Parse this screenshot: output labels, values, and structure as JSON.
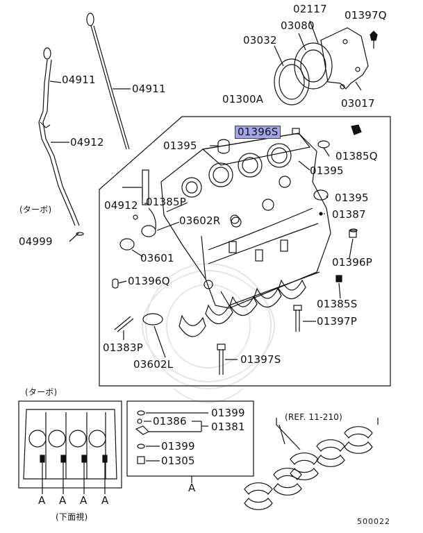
{
  "labels": {
    "p02117": "02117",
    "p01397Q": "01397Q",
    "p03080": "03080",
    "p03032": "03032",
    "p03017": "03017",
    "p04911_left": "04911",
    "p04911_right": "04911",
    "p01300A": "01300A",
    "p04912_upper": "04912",
    "p01396S": "01396S",
    "p01395_a": "01395",
    "p01385Q": "01385Q",
    "p01395_b": "01395",
    "p04912_lower": "04912",
    "p01385P": "01385P",
    "p01395_c": "01395",
    "p01387": "01387",
    "turbo_1": "(ターボ)",
    "p03602R": "03602R",
    "p04999": "04999",
    "p03601": "03601",
    "p01396P": "01396P",
    "p01396Q": "01396Q",
    "p01385S": "01385S",
    "p01397P": "01397P",
    "p01383P": "01383P",
    "p03602L": "03602L",
    "p01397S": "01397S",
    "turbo_2": "(ターボ)",
    "p01399_a": "01399",
    "p01386": "01386",
    "p01381": "01381",
    "p01399_b": "01399",
    "p01305": "01305",
    "ref": "(REF. 11-210)",
    "callout_a_box": "A",
    "callout_a1": "A",
    "callout_a2": "A",
    "callout_a3": "A",
    "callout_a4": "A",
    "bottom_view": "(下面視)",
    "diagram_code": "500022"
  }
}
